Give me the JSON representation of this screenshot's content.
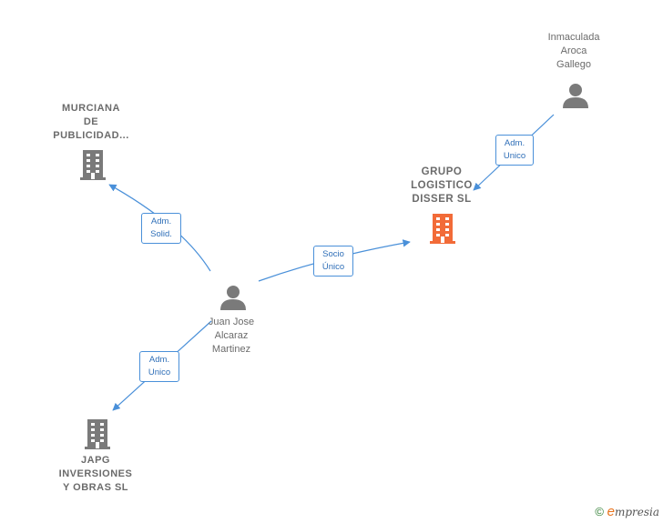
{
  "nodes": {
    "inmaculada": {
      "label": "Inmaculada\nAroca\nGallego",
      "type": "person",
      "icon": "person-icon"
    },
    "murciana": {
      "label": "MURCIANA\nDE\nPUBLICIDAD...",
      "type": "company",
      "icon": "building-icon"
    },
    "grupo": {
      "label": "GRUPO\nLOGISTICO\nDISSER  SL",
      "type": "company-focus",
      "icon": "building-icon"
    },
    "juan": {
      "label": "Juan Jose\nAlcaraz\nMartinez",
      "type": "person",
      "icon": "person-icon"
    },
    "japg": {
      "label": "JAPG\nINVERSIONES\nY OBRAS  SL",
      "type": "company",
      "icon": "building-icon"
    }
  },
  "edges": {
    "inmaculada_grupo": {
      "label": "Adm.\nUnico"
    },
    "juan_murciana": {
      "label": "Adm.\nSolid."
    },
    "juan_grupo": {
      "label": "Socio\nÚnico"
    },
    "juan_japg": {
      "label": "Adm.\nUnico"
    }
  },
  "colors": {
    "edge": "#4a90d9",
    "company": "#7a7a7a",
    "focus_company": "#f26b38",
    "person": "#7a7a7a"
  },
  "footer": {
    "copyright": "©",
    "brand_first": "e",
    "brand_rest": "mpresia"
  }
}
